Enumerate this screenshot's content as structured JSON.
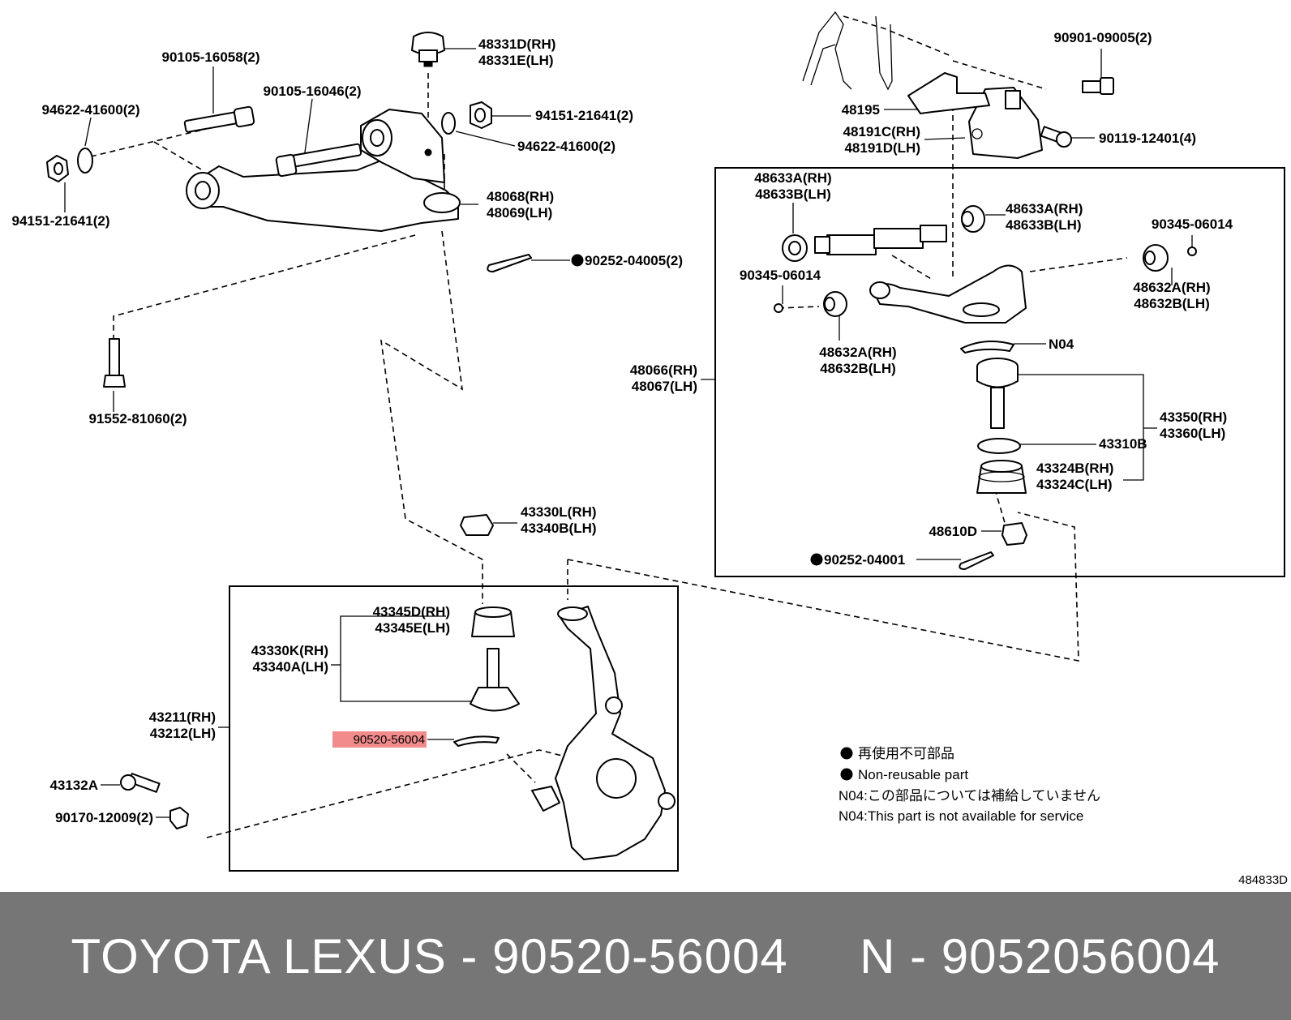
{
  "colors": {
    "footer_bg": "#767676",
    "footer_text": "#ffffff",
    "highlight": "#f28b8b"
  },
  "callouts": {
    "p90105_16058": "90105-16058(2)",
    "p90105_16046": "90105-16046(2)",
    "p94622_41600_left": "94622-41600(2)",
    "p94151_21641_left": "94151-21641(2)",
    "p48331d": "48331D(RH)",
    "p48331e": "48331E(LH)",
    "p94151_21641_right": "94151-21641(2)",
    "p94622_41600_right": "94622-41600(2)",
    "p48068": "48068(RH)",
    "p48069": "48069(LH)",
    "p90252_04005": "90252-04005(2)",
    "p91552_81060": "91552-81060(2)",
    "p90901_09005": "90901-09005(2)",
    "p48195": "48195",
    "p48191c": "48191C(RH)",
    "p48191d": "48191D(LH)",
    "p90119_12401": "90119-12401(4)",
    "p48633a_top": "48633A(RH)",
    "p48633b_top": "48633B(LH)",
    "p48633a_right": "48633A(RH)",
    "p48633b_right": "48633B(LH)",
    "p90345_06014_right": "90345-06014",
    "p90345_06014_left": "90345-06014",
    "p48632a_right": "48632A(RH)",
    "p48632b_right": "48632B(LH)",
    "p48632a_left": "48632A(RH)",
    "p48632b_left": "48632B(LH)",
    "pN04": "N04",
    "p48066": "48066(RH)",
    "p48067": "48067(LH)",
    "p43350": "43350(RH)",
    "p43360": "43360(LH)",
    "p43310b": "43310B",
    "p43324b": "43324B(RH)",
    "p43324c": "43324C(LH)",
    "p48610d": "48610D",
    "p90252_04001": "90252-04001",
    "p43330l": "43330L(RH)",
    "p43340b": "43340B(LH)",
    "p43345d": "43345D(RH)",
    "p43345e": "43345E(LH)",
    "p43330k": "43330K(RH)",
    "p43340a": "43340A(LH)",
    "p90520_56004": "90520-56004",
    "p43211": "43211(RH)",
    "p43212": "43212(LH)",
    "p43132a": "43132A",
    "p90170_12009": "90170-12009(2)"
  },
  "legend": {
    "line1": "再使用不可部品",
    "line2": "Non-reusable part",
    "line3": "N04:この部品については補給していません",
    "line4": "N04:This part is not available for service"
  },
  "diagram_code": "484833D",
  "footer": {
    "brand": "TOYOTA LEXUS",
    "sep1": " - ",
    "part_number": "90520-56004",
    "gap": "     ",
    "suffix": "N",
    "sep2": " - ",
    "part_number_compact": "9052056004"
  }
}
